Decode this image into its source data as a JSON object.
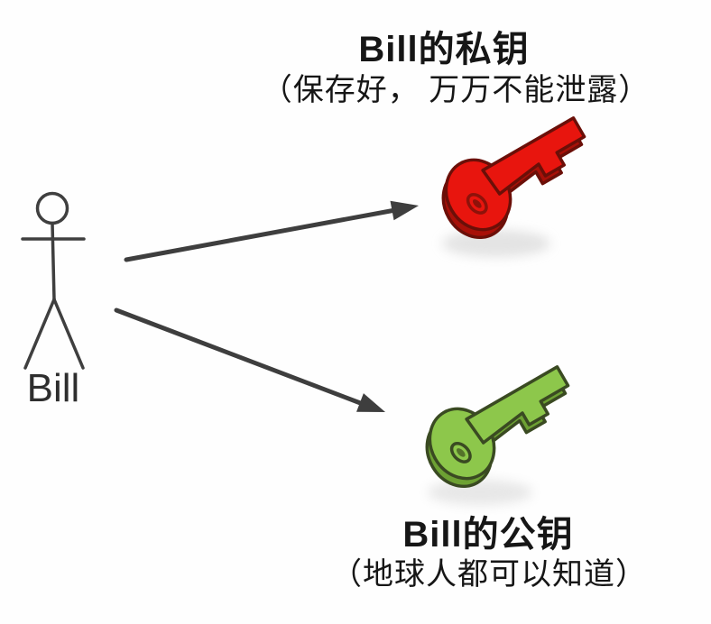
{
  "diagram": {
    "background_color": "#fefefe",
    "text_color": "#161616",
    "arrow_color": "#3e3e3e",
    "actor": {
      "label": "Bill",
      "figure": "stick-person",
      "color": "#3f3f3f"
    },
    "private_key": {
      "title": "Bill的私钥",
      "note": "（保存好， 万万不能泄露）",
      "key_colors": {
        "main": "#e8150e",
        "side": "#a81008",
        "outline": "#6b0f08",
        "hole": "#8e120a"
      }
    },
    "public_key": {
      "title": "Bill的公钥",
      "note": "（地球人都可以知道）",
      "key_colors": {
        "main": "#8dc74b",
        "side": "#6da133",
        "outline": "#3a4a22",
        "hole": "#54722a"
      }
    }
  }
}
